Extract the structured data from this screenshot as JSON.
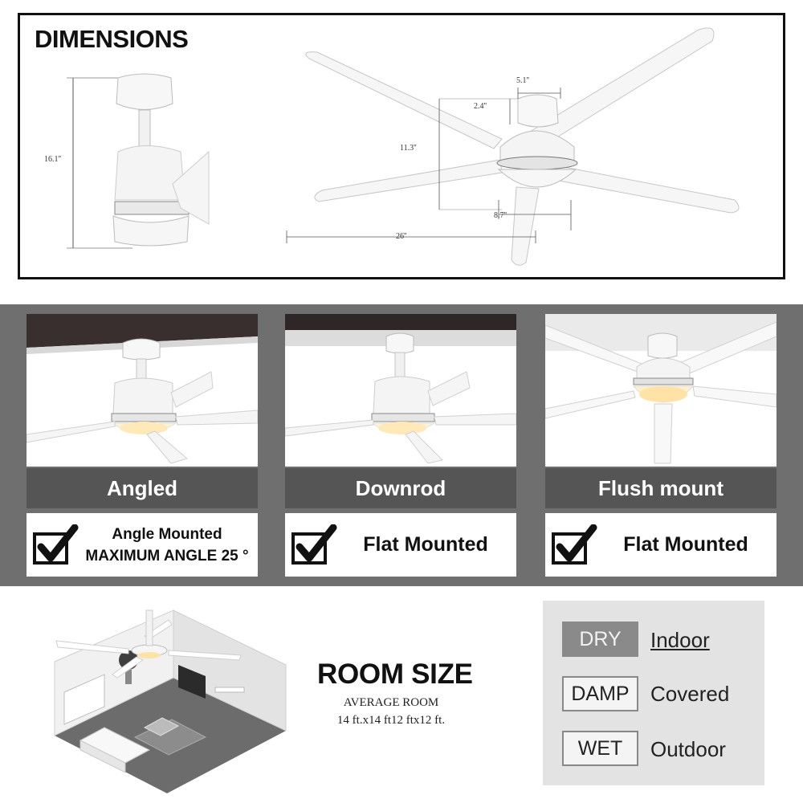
{
  "dimensions": {
    "title": "DIMENSIONS",
    "labels": {
      "total_height": "16.1''",
      "canopy_width": "5.1''",
      "canopy_height": "2.4''",
      "fan_height": "11.3''",
      "light_width": "8.7''",
      "blade_radius": "26''"
    }
  },
  "mounts": [
    {
      "title": "Angled",
      "line1": "Angle Mounted",
      "line2": "MAXIMUM ANGLE 25 °"
    },
    {
      "title": "Downrod",
      "line1": "Flat Mounted",
      "line2": ""
    },
    {
      "title": "Flush mount",
      "line1": "Flat Mounted",
      "line2": ""
    }
  ],
  "room": {
    "title": "ROOM SIZE",
    "subtitle": "AVERAGE ROOM",
    "size": "14 ft.x14 ft12 ftx12 ft."
  },
  "ratings": [
    {
      "code": "DRY",
      "label": "Indoor",
      "active": true
    },
    {
      "code": "DAMP",
      "label": "Covered",
      "active": false
    },
    {
      "code": "WET",
      "label": "Outdoor",
      "active": false
    }
  ],
  "colors": {
    "band": "#6f6f6f",
    "title_bar": "#555555",
    "rating_panel": "#e3e3e3",
    "rating_active": "#8a8a8a"
  }
}
